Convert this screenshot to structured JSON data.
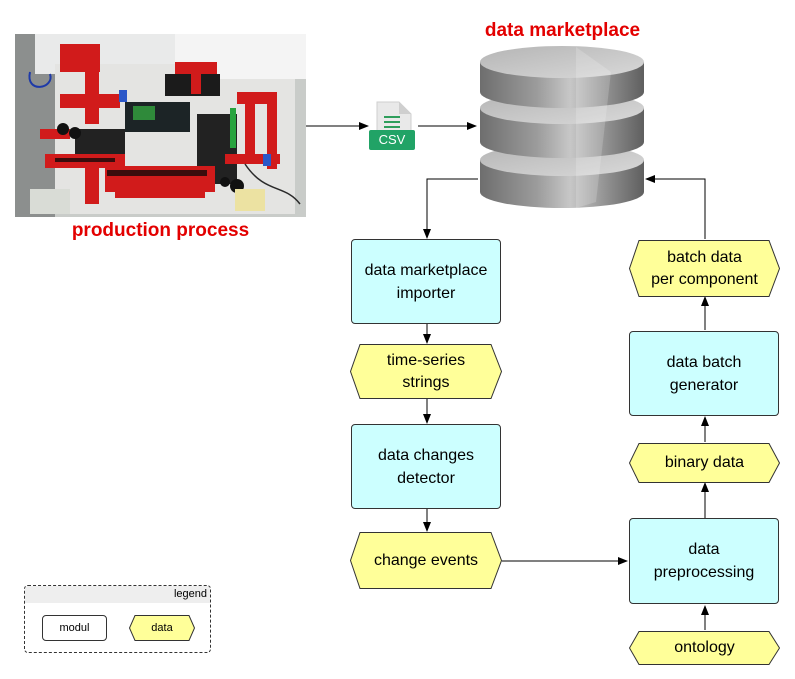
{
  "labels": {
    "marketplace": "data marketplace",
    "production": "production process",
    "csv": "CSV"
  },
  "modules": {
    "importer": "data marketplace\nimporter",
    "detector": "data changes\ndetector",
    "generator": "data batch\ngenerator",
    "preprocessing": "data\npreprocessing"
  },
  "data": {
    "timeseries": "time-series\nstrings",
    "change_events": "change events",
    "binary": "binary data",
    "batch": "batch data\nper component",
    "ontology": "ontology"
  },
  "legend": {
    "title": "legend",
    "modul": "modul",
    "data": "data"
  },
  "colors": {
    "module_fill": "#ccffff",
    "data_fill": "#ffff99",
    "title_red": "#e30000",
    "csv_green": "#21a366"
  }
}
